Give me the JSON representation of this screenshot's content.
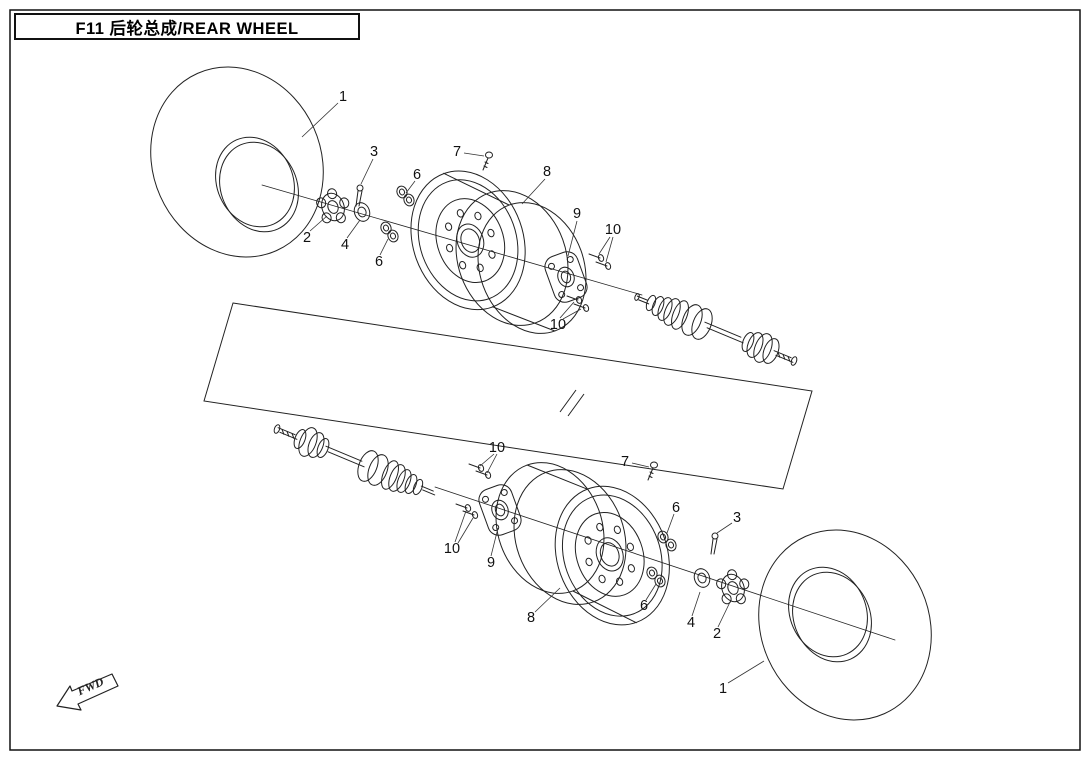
{
  "title": "F11 后轮总成/REAR WHEEL",
  "fwd_label": "FWD",
  "callouts": {
    "upper": {
      "tire": "1",
      "hubcap": "2",
      "cotter_pin": "3",
      "castle_nut": "4",
      "lug_nuts_a": "6",
      "lug_nuts_b": "6",
      "bolt": "7",
      "rim": "8",
      "hub": "9",
      "studs_a": "10",
      "studs_b": "10"
    },
    "lower": {
      "tire": "1",
      "hubcap": "2",
      "cotter_pin": "3",
      "castle_nut": "4",
      "lug_nuts_a": "6",
      "lug_nuts_b": "6",
      "bolt": "7",
      "rim": "8",
      "hub": "9",
      "studs_a": "10",
      "studs_b": "10"
    }
  }
}
